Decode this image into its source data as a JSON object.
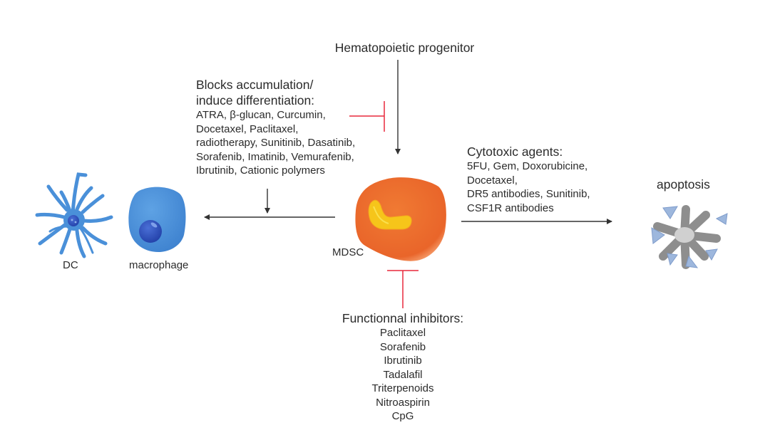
{
  "title_node": {
    "label": "Hematopoietic progenitor"
  },
  "differentiation_block": {
    "heading_lines": [
      "Blocks accumulation/",
      "induce differentiation:"
    ],
    "agents_lines": [
      "ATRA, β-glucan, Curcumin,",
      "Docetaxel, Paclitaxel,",
      "radiotherapy, Sunitinib, Dasatinib,",
      "Sorafenib, Imatinib, Vemurafenib,",
      "Ibrutinib, Cationic polymers"
    ]
  },
  "cytotoxic_block": {
    "heading": "Cytotoxic agents:",
    "agents_lines": [
      "5FU, Gem, Doxorubicine,",
      "Docetaxel,",
      "DR5 antibodies, Sunitinib,",
      "CSF1R antibodies"
    ]
  },
  "functional_block": {
    "heading": "Functionnal inhibitors:",
    "agents": [
      "Paclitaxel",
      "Sorafenib",
      "Ibrutinib",
      "Tadalafil",
      "Triterpenoids",
      "Nitroaspirin",
      "CpG"
    ]
  },
  "cells": {
    "dc": {
      "label": "DC",
      "icon": "dendritic-cell-icon"
    },
    "macrophage": {
      "label": "macrophage",
      "icon": "macrophage-icon"
    },
    "mdsc": {
      "label": "MDSC",
      "icon": "mdsc-cell-icon"
    },
    "apoptosis": {
      "label": "apoptosis",
      "icon": "apoptotic-cell-icon"
    }
  },
  "colors": {
    "arrow": "#333333",
    "inhibition": "#e8283c",
    "mdsc_body": "#ec6b2a",
    "mdsc_nucleus": "#f6c51a",
    "immune_cell": "#4a90d9",
    "nucleus_dark": "#2a4fb8",
    "apoptotic_body": "#8e8e8e",
    "apoptotic_fragment": "#9db7dd",
    "text": "#2b2b2b"
  }
}
